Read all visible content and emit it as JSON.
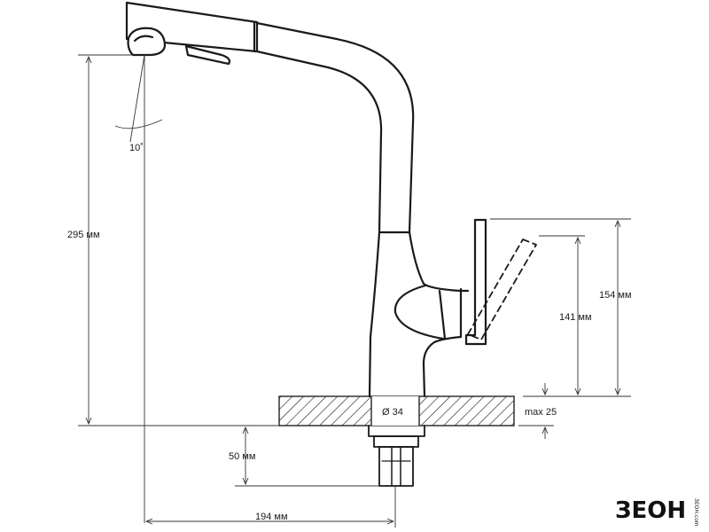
{
  "dimensions": {
    "height_total": "295 мм",
    "spout_angle": "10˚",
    "lever_height_raised": "154 мм",
    "lever_height": "141 мм",
    "base_diameter": "Ø 34",
    "max_countertop": "max 25",
    "shank_length": "50 мм",
    "reach": "194 мм"
  },
  "brand": {
    "logo_main": "ЗЕОН",
    "logo_side": "ЗЕОН.com"
  },
  "colors": {
    "line": "#1a1a1a",
    "dim_line": "#333333",
    "hatch": "#222222",
    "background": "#ffffff"
  }
}
